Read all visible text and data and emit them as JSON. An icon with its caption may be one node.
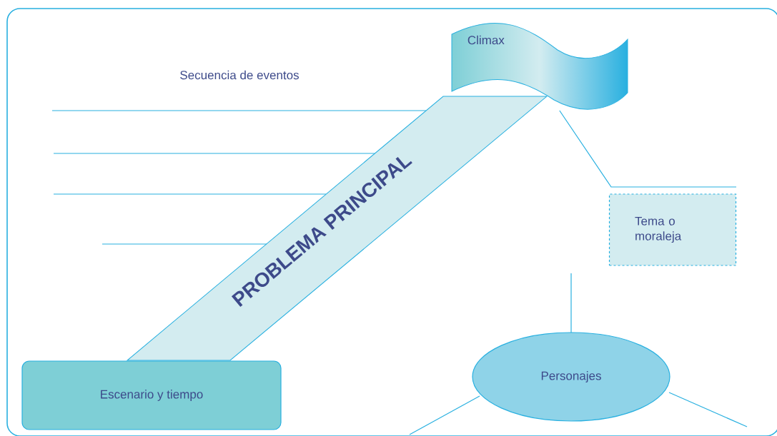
{
  "diagram": {
    "nodes": [
      {
        "text": [
          "Climax"
        ]
      },
      {
        "text": [
          "PROBLEMA PRINCIPAL"
        ]
      },
      {
        "text": [
          "Tema o moraleja"
        ]
      },
      {
        "text": [
          "Escenario y tiempo"
        ]
      },
      {
        "text": [
          "Personajes"
        ]
      }
    ],
    "edges": [
      {
        "from": 1,
        "to": null,
        "arrow": "none"
      },
      {
        "from": 1,
        "to": null,
        "arrow": "none"
      },
      {
        "from": 1,
        "to": null,
        "arrow": "none"
      },
      {
        "from": 1,
        "to": null,
        "arrow": "none"
      },
      {
        "from": 0,
        "to": 2,
        "arrow": "none"
      },
      {
        "from": 4,
        "to": null,
        "arrow": "none"
      },
      {
        "from": 4,
        "to": null,
        "arrow": "none"
      },
      {
        "from": 4,
        "to": null,
        "arrow": "none"
      }
    ],
    "labels": [
      "Secuencia de eventos"
    ]
  }
}
